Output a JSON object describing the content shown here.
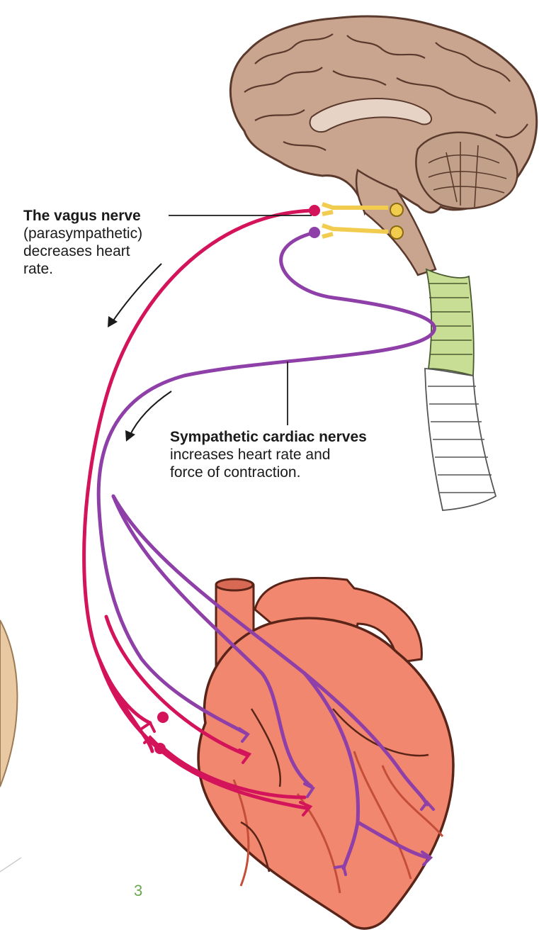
{
  "labels": {
    "vagus": {
      "title": "The vagus nerve",
      "lines": [
        "(parasympathetic)",
        "decreases heart",
        "rate."
      ]
    },
    "sympathetic": {
      "title": "Sympathetic cardiac nerves",
      "lines": [
        "increases heart rate and",
        "force of contraction."
      ]
    }
  },
  "page_number": "3",
  "colors": {
    "brain": "#c9a48f",
    "brain_outline": "#5a3a2c",
    "spinal_cord_upper": "#c8de95",
    "vagus_nerve": "#d4145a",
    "sympathetic_nerve": "#8e3fa8",
    "heart": "#f0876e",
    "heart_outline": "#5a2418",
    "neuron_body": "#f2cc4f",
    "page_number": "#6aa84f"
  }
}
